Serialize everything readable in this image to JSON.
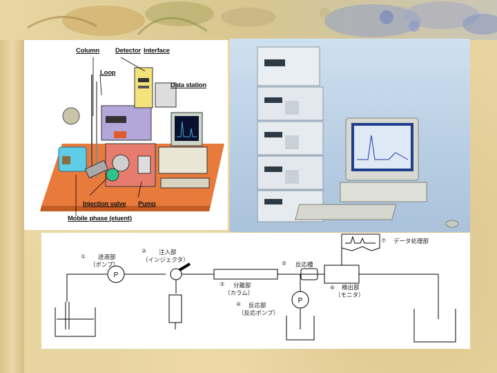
{
  "illustration": {
    "labels": {
      "column": "Column",
      "detector": "Detector",
      "interface": "Interface",
      "loop": "Loop",
      "data_station": "Data station",
      "injection_valve": "Injection valve",
      "pump": "Pump",
      "mobile_phase": "Mobile phase (eluent)"
    }
  },
  "schematic": {
    "parts": [
      {
        "num": "①",
        "label": "送液部",
        "sub": "（ポンプ）"
      },
      {
        "num": "②",
        "label": "注入部",
        "sub": "（インジェクタ）"
      },
      {
        "num": "③",
        "label": "分離部",
        "sub": "（カラム）"
      },
      {
        "num": "④",
        "label": "反応部",
        "sub": "（反応ポンプ）"
      },
      {
        "num": "⑤",
        "label": "反応槽",
        "sub": ""
      },
      {
        "num": "⑥",
        "label": "検出部",
        "sub": "（モニタ）"
      },
      {
        "num": "⑦",
        "label": "データ処理部",
        "sub": ""
      }
    ],
    "pump_symbol": "P"
  }
}
